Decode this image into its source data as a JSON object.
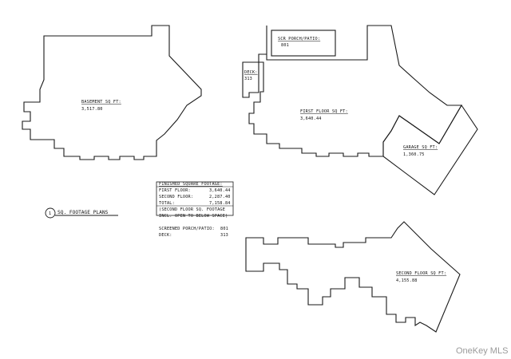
{
  "plans": {
    "basement": {
      "label": "BASEMENT SQ FT:",
      "value": "3,517.80"
    },
    "first_floor": {
      "label": "FIRST FLOOR SQ FT:",
      "value": "3,640.44"
    },
    "garage": {
      "label": "GARAGE SQ FT:",
      "value": "1,360.75"
    },
    "second_floor": {
      "label": "SECOND FLOOR SQ FT:",
      "value": "4,155.88"
    },
    "screened_porch": {
      "label": "SCR PORCH/PATIO:",
      "value": "801"
    },
    "deck": {
      "label": "DECK:",
      "value": "313"
    }
  },
  "summary_table": {
    "title": "FINISHED SQUARE FOOTAGE:",
    "rows": [
      {
        "label": "FIRST FLOOR:",
        "value": "3,640.44"
      },
      {
        "label": "SECOND FLOOR:",
        "value": "2,287.40"
      },
      {
        "label": "TOTAL:",
        "value": "7,158.84"
      }
    ],
    "note_line1": "(SECOND FLOOR SQ. FOOTAGE",
    "note_line2": "INCL. OPEN TO BELOW SPACE)"
  },
  "extras": [
    {
      "label": "SCREENED PORCH/PATIO:",
      "value": "801"
    },
    {
      "label": "DECK:",
      "value": "313"
    }
  ],
  "drawing_title": {
    "number": "1",
    "text": "SQ. FOOTAGE PLANS"
  },
  "watermark": "OneKey MLS"
}
